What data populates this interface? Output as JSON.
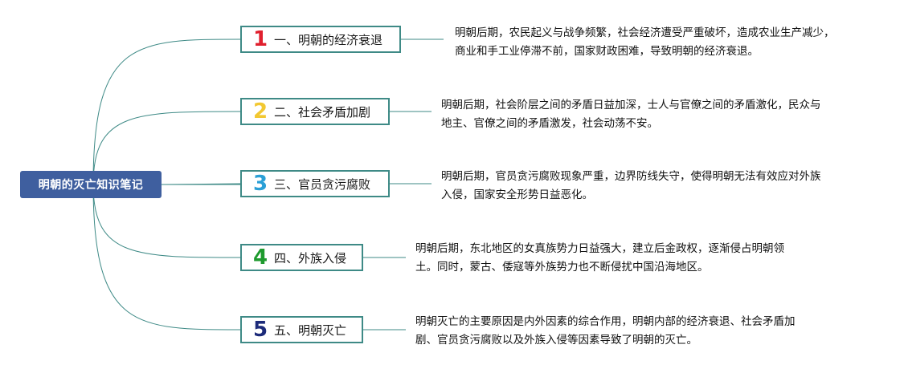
{
  "root": {
    "title": "明朝的灭亡知识笔记"
  },
  "topics": [
    {
      "number": "1",
      "number_color": "#e0202e",
      "title": "一、明朝的经济衰退",
      "desc_line1": "明朝后期，农民起义与战争频繁，社会经济遭受严重破坏，造成农业生产减少，",
      "desc_line2": "商业和手工业停滞不前，国家财政困难，导致明朝的经济衰退。"
    },
    {
      "number": "2",
      "number_color": "#f2c832",
      "title": "二、社会矛盾加剧",
      "desc_line1": "明朝后期，社会阶层之间的矛盾日益加深，士人与官僚之间的矛盾激化，民众与",
      "desc_line2": "地主、官僚之间的矛盾激发，社会动荡不安。"
    },
    {
      "number": "3",
      "number_color": "#2a9fd6",
      "title": "三、官员贪污腐败",
      "desc_line1": "明朝后期，官员贪污腐败现象严重，边界防线失守，使得明朝无法有效应对外族",
      "desc_line2": "入侵，国家安全形势日益恶化。"
    },
    {
      "number": "4",
      "number_color": "#1e9a2e",
      "title": "四、外族入侵",
      "desc_line1": "明朝后期，东北地区的女真族势力日益强大，建立后金政权，逐渐侵占明朝领",
      "desc_line2": "土。同时，蒙古、倭寇等外族势力也不断侵扰中国沿海地区。"
    },
    {
      "number": "5",
      "number_color": "#1d2b7a",
      "title": "五、明朝灭亡",
      "desc_line1": "明朝灭亡的主要原因是内外因素的综合作用，明朝内部的经济衰退、社会矛盾加",
      "desc_line2": "剧、官员贪污腐败以及外族入侵等因素导致了明朝的灭亡。"
    }
  ],
  "colors": {
    "root_bg": "#3f5f9f",
    "connector": "#3e8a86"
  }
}
